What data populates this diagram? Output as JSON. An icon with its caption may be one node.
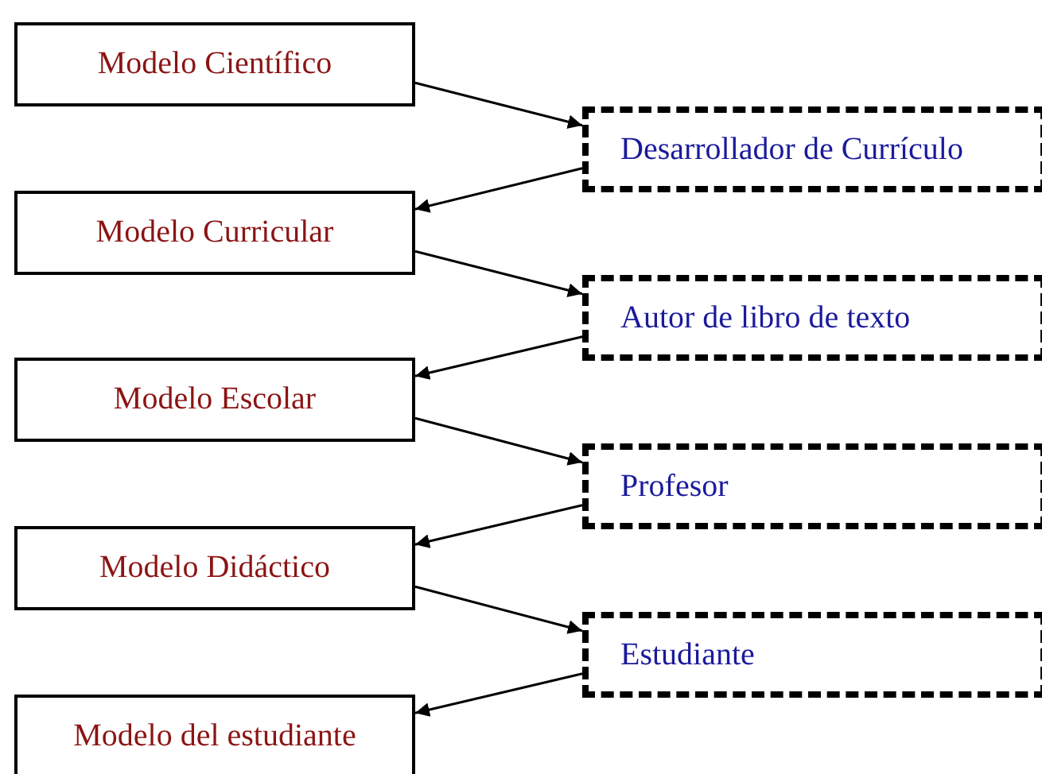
{
  "diagram": {
    "nodes": [
      {
        "text": [
          "Modelo Científico"
        ]
      },
      {
        "text": [
          "Desarrollador de Currículo"
        ]
      },
      {
        "text": [
          "Modelo Curricular"
        ]
      },
      {
        "text": [
          "Autor de libro de texto"
        ]
      },
      {
        "text": [
          "Modelo Escolar"
        ]
      },
      {
        "text": [
          "Profesor"
        ]
      },
      {
        "text": [
          "Modelo Didáctico"
        ]
      },
      {
        "text": [
          "Estudiante"
        ]
      },
      {
        "text": [
          "Modelo del estudiante"
        ]
      }
    ],
    "edges": [
      {
        "from": 0,
        "to": 1,
        "arrow": "to"
      },
      {
        "from": 1,
        "to": 2,
        "arrow": "to"
      },
      {
        "from": 2,
        "to": 3,
        "arrow": "to"
      },
      {
        "from": 3,
        "to": 4,
        "arrow": "to"
      },
      {
        "from": 4,
        "to": 5,
        "arrow": "to"
      },
      {
        "from": 5,
        "to": 6,
        "arrow": "to"
      },
      {
        "from": 6,
        "to": 7,
        "arrow": "to"
      },
      {
        "from": 7,
        "to": 8,
        "arrow": "to"
      }
    ]
  }
}
